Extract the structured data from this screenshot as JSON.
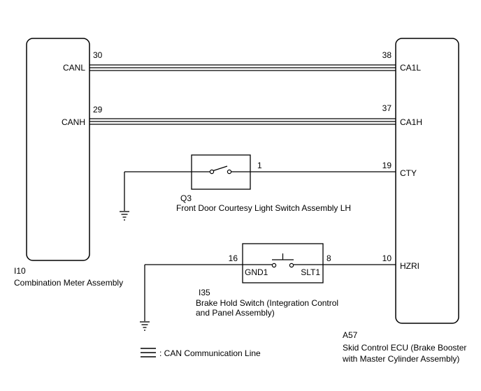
{
  "left_unit": {
    "code": "I10",
    "name": "Combination Meter Assembly",
    "pins": [
      {
        "num": "30",
        "label": "CANL"
      },
      {
        "num": "29",
        "label": "CANH"
      }
    ]
  },
  "right_unit": {
    "code": "A57",
    "name_line1": "Skid Control ECU (Brake Booster",
    "name_line2": "with Master Cylinder Assembly)",
    "pins": [
      {
        "num": "38",
        "label": "CA1L"
      },
      {
        "num": "37",
        "label": "CA1H"
      },
      {
        "num": "19",
        "label": "CTY"
      },
      {
        "num": "10",
        "label": "HZRI"
      }
    ]
  },
  "door_switch": {
    "code": "Q3",
    "name": "Front Door Courtesy Light Switch Assembly LH",
    "pin": "1"
  },
  "brake_hold_switch": {
    "code": "I35",
    "name_line1": "Brake Hold Switch (Integration Control",
    "name_line2": "and Panel Assembly)",
    "pin_left": "16",
    "pin_right": "8",
    "term_left": "GND1",
    "term_right": "SLT1"
  },
  "legend": {
    "text": ": CAN Communication Line"
  }
}
